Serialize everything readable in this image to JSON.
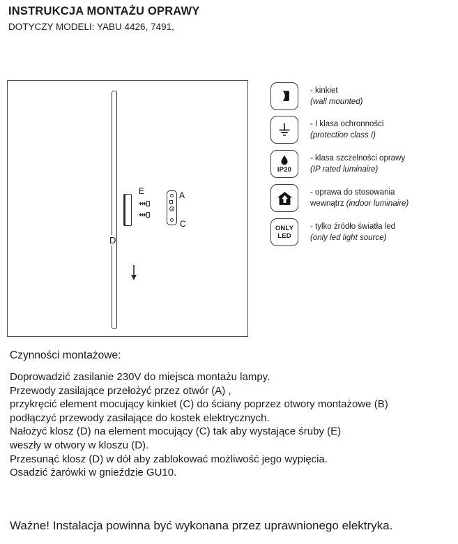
{
  "header": {
    "title": "INSTRUKCJA MONTAŻU OPRAWY",
    "subtitle": "DOTYCZY MODELI: YABU 4426, 7491,"
  },
  "colors": {
    "ink": "#1c1c1c",
    "line": "#2e2e2e"
  },
  "diagram": {
    "labels": {
      "d": "D",
      "e": "E",
      "a": "A",
      "c": "C"
    }
  },
  "legend": [
    {
      "icon": "wall-mounted-icon",
      "line1": "- kinkiet",
      "line2": "",
      "line2_italic": "(wall mounted)"
    },
    {
      "icon": "protection-class-icon",
      "line1": "- I klasa ochronności",
      "line2": "",
      "line2_italic": "(protection class I)"
    },
    {
      "icon": "ip20-icon",
      "icon_text": "IP20",
      "line1": "- klasa szczelności oprawy",
      "line2": "",
      "line2_italic": "(IP rated luminaire)"
    },
    {
      "icon": "indoor-icon",
      "line1": "- oprawa do stosowania",
      "line2": "wewnątrz ",
      "line2_italic": "(indoor luminaire)"
    },
    {
      "icon": "only-led-icon",
      "icon_line1": "ONLY",
      "icon_line2": "LED",
      "line1": "- tylko źródło światła led",
      "line2": "",
      "line2_italic": "(only led light source)"
    }
  ],
  "instructions": {
    "heading": "Czynności montażowe:",
    "lines": [
      "Doprowadzić zasilanie 230V do miejsca montażu lampy.",
      "Przewody zasilające przełożyć przez otwór (A) ,",
      "przykręcić element mocujący kinkiet (C) do ściany poprzez otwory montażowe (B)",
      "podłączyć przewody zasilające do kostek elektrycznych.",
      "Nałożyć klosz (D) na element mocujący (C) tak aby wystające śruby (E)",
      "weszły w otwory w kloszu (D).",
      "Przesunąć klosz (D) w dół aby zablokować możliwość jego wypięcia.",
      "Osadzić żarówki w gnieździe GU10."
    ]
  },
  "footer": {
    "warning": "Ważne! Instalacja powinna być wykonana przez uprawnionego elektryka."
  }
}
